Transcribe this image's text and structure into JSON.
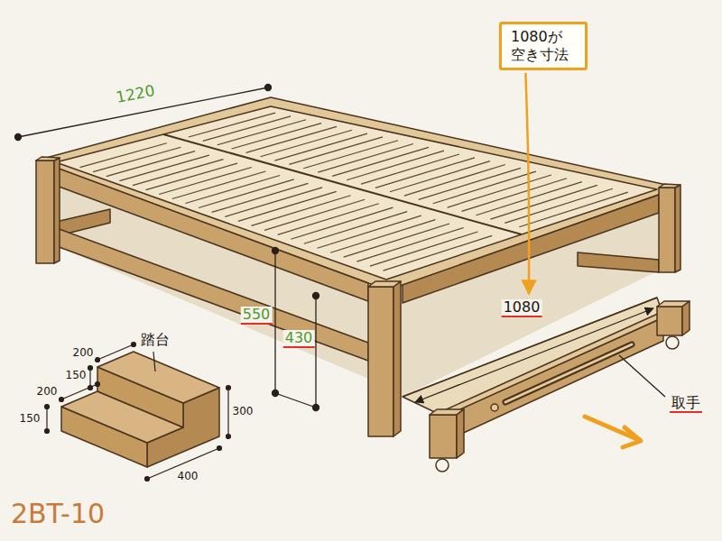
{
  "diagram": {
    "nodes": [
      {
        "text": [
          "1080が 空き寸法"
        ]
      }
    ],
    "labels": [
      "1220",
      "1080",
      "550",
      "430",
      "取手",
      "踏台",
      "200",
      "150",
      "200",
      "150",
      "300",
      "400",
      "2BT-10"
    ]
  }
}
